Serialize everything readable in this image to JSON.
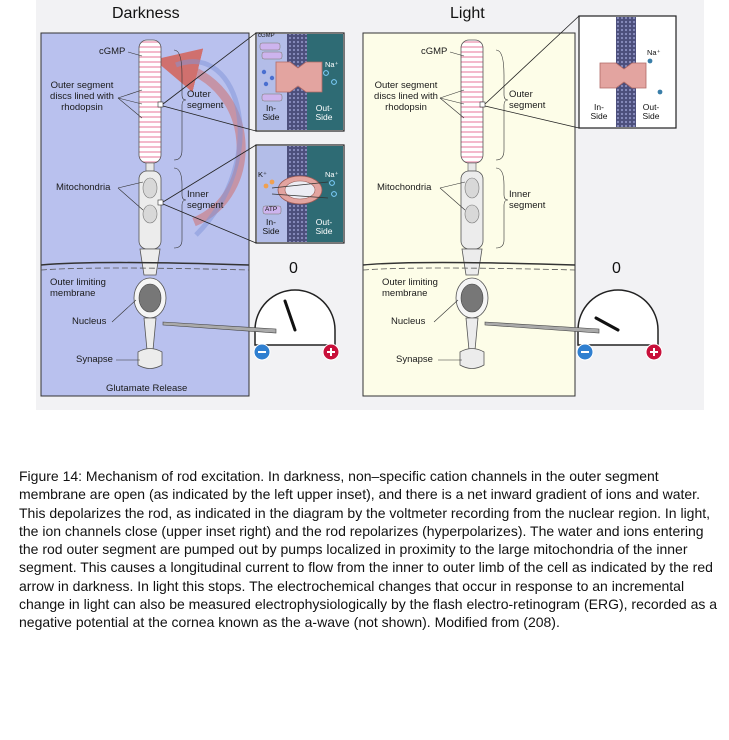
{
  "panels": {
    "dark_title": "Darkness",
    "light_title": "Light"
  },
  "labels": {
    "cgmp": "cGMP",
    "discs": "Outer segment discs lined with rhodopsin",
    "outer_segment": "Outer segment",
    "mitochondria": "Mitochondria",
    "inner_segment": "Inner segment",
    "olm": "Outer limiting membrane",
    "nucleus": "Nucleus",
    "synapse": "Synapse",
    "glutamate": "Glutamate Release"
  },
  "insets": {
    "inside": "In-Side",
    "outside": "Out-Side",
    "na": "Na⁺",
    "k": "K⁺",
    "atp": "ATP",
    "cgmp_small": "cGMP"
  },
  "meter": {
    "zero_label": "0",
    "minus": "−",
    "plus": "+"
  },
  "colors": {
    "dark_bg": "#b9c1ee",
    "light_bg": "#fdfde8",
    "membrane": "#5c5e86",
    "channel": "#e3a4a0",
    "arrow": "#d0706e"
  },
  "caption": "Figure 14: Mechanism of rod excitation.  In darkness, non–specific cation channels in the outer segment membrane are open (as indicated by the left upper inset), and there is a net inward gradient of ions and water. This depolarizes the rod, as indicated in the diagram by the voltmeter recording from the nuclear region.   In light, the ion channels close (upper inset right) and the rod repolarizes (hyperpolarizes). The water and ions entering the rod outer segment are pumped out by pumps localized in proximity to the large mitochondria of the inner segment. This causes a longitudinal current to flow from the inner to outer limb of the cell as indicated by the red arrow in darkness.  In light this stops. The electrochemical changes that occur in response to an incremental change in light can also be measured electrophysiologically by the flash electro-retinogram (ERG), recorded as a negative potential at the cornea known as the a-wave (not shown). Modified from (208)."
}
